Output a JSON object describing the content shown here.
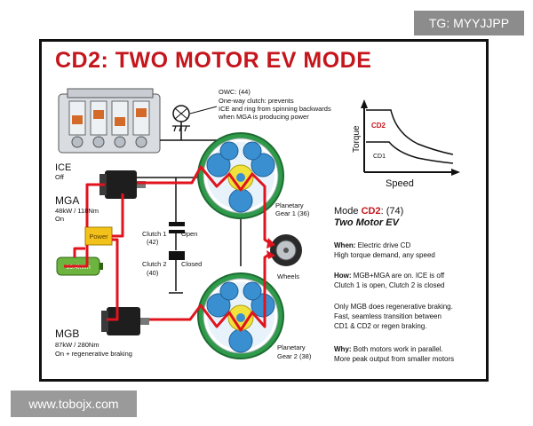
{
  "tag": "TG: MYYJJPP",
  "title": "CD2: TWO MOTOR EV MODE",
  "owc": {
    "heading": "OWC: (44)",
    "lines": [
      "One-way clutch: prevents",
      "ICE and ring from spinning backwards",
      "when MGA is producing power"
    ]
  },
  "ice": {
    "name": "ICE",
    "status": "Off"
  },
  "mga": {
    "name": "MGA",
    "spec": "48kW / 118Nm",
    "status": "On"
  },
  "mgb": {
    "name": "MGB",
    "spec": "87kW / 280Nm",
    "status": "On + regenerative braking"
  },
  "power": "Power",
  "battery": "16.4kWh",
  "clutch1": {
    "name": "Clutch 1",
    "number": "(42)",
    "state": "Open"
  },
  "clutch2": {
    "name": "Clutch 2",
    "number": "(40)",
    "state": "Closed"
  },
  "planetary1": {
    "name": "Planetary",
    "gear": "Gear 1 (36)"
  },
  "planetary2": {
    "name": "Planetary",
    "gear": "Gear 2 (38)"
  },
  "wheels": "Wheels",
  "graph": {
    "ylabel": "Torque",
    "xlabel": "Speed",
    "curve1": "CD2",
    "curve2": "CD1"
  },
  "mode": {
    "label": "Mode ",
    "code": "CD2",
    "number": ": (74)",
    "subtitle": "Two Motor EV"
  },
  "when": {
    "label": "When:",
    "text": " Electric drive CD",
    "line2": "High torque demand, any speed"
  },
  "how": {
    "label": "How:",
    "text": " MGB+MGA are on. ICE is off",
    "line2": "Clutch 1 is open, Clutch 2 is closed"
  },
  "regen": {
    "lines": [
      "Only MGB does regenerative braking.",
      "Fast, seamless transition between",
      "CD1 & CD2  or regen braking."
    ]
  },
  "why": {
    "label": "Why:",
    "text": " Both motors work in parallel.",
    "line2": "More peak output from smaller motors"
  },
  "watermark": "www.tobojx.com",
  "colors": {
    "red": "#c4161c",
    "power_flow": "#e0141e",
    "gear_green": "#2e9a4a",
    "gear_blue": "#3a8fd0",
    "gear_yellow": "#f0e23a",
    "battery_green": "#6db33f",
    "power_box": "#f2c21a"
  }
}
